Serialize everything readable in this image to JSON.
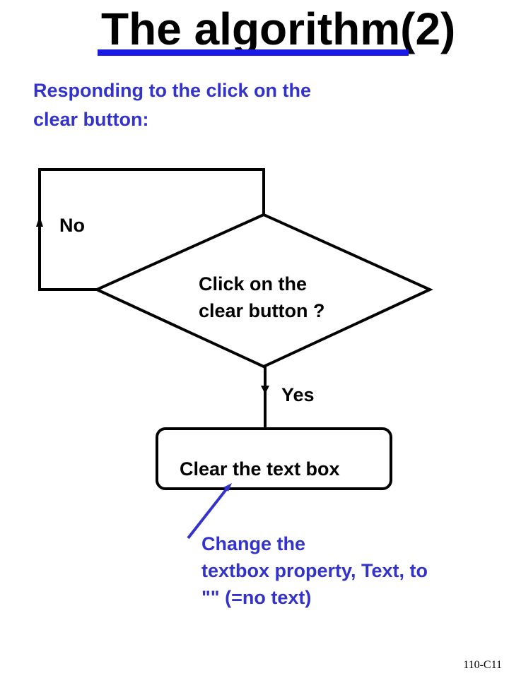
{
  "slide": {
    "title": "The algorithm(2)",
    "subtitle_lines": [
      "Responding to the click on the",
      "clear button:"
    ],
    "footer": "110-C11"
  },
  "flowchart": {
    "decision_lines": [
      "Click on the",
      "clear button ?"
    ],
    "no_label": "No",
    "yes_label": "Yes",
    "process_label": "Clear the text box",
    "annotation_lines": [
      "Change the",
      "textbox property, Text, to",
      "\"\" (=no text)"
    ]
  },
  "colors": {
    "accent_blue": "#3333cc",
    "underline_blue": "#1a1ae6",
    "line_black": "#000000"
  }
}
